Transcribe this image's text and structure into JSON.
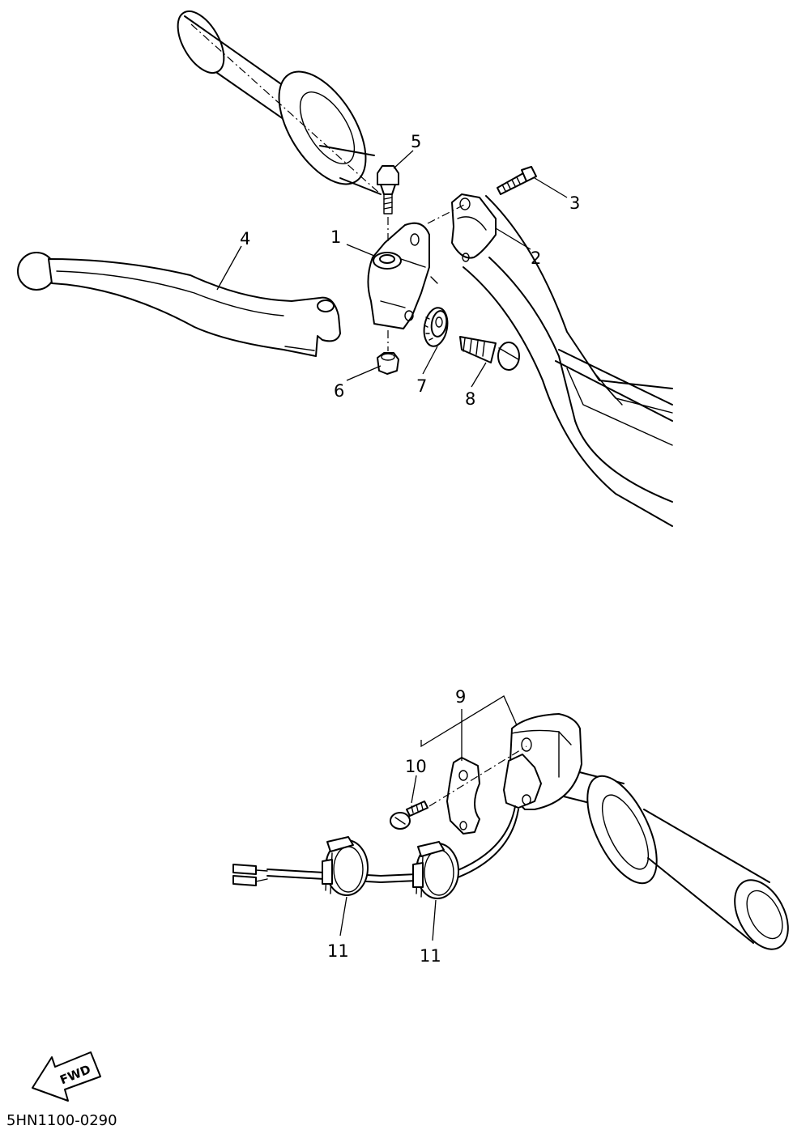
{
  "diagram": {
    "callouts": [
      "1",
      "2",
      "3",
      "4",
      "5",
      "6",
      "7",
      "8",
      "9",
      "10",
      "11",
      "11"
    ],
    "direction_label": "FWD",
    "diagram_code": "5HN1100-0290"
  }
}
